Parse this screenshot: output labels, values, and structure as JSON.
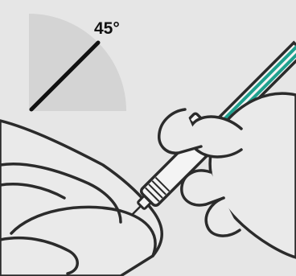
{
  "angle_label": "45°",
  "colors": {
    "background": "#e6e6e6",
    "quadrant": "#d3d3d3",
    "skin": "#e9e9e9",
    "outline": "#2a2a2a",
    "syringe_body": "#f3f3f3",
    "plunger_accent": "#1fa08e"
  },
  "icons": [
    "injection-angle-indicator",
    "syringe",
    "hand-pinching-skin",
    "hand-holding-syringe"
  ]
}
